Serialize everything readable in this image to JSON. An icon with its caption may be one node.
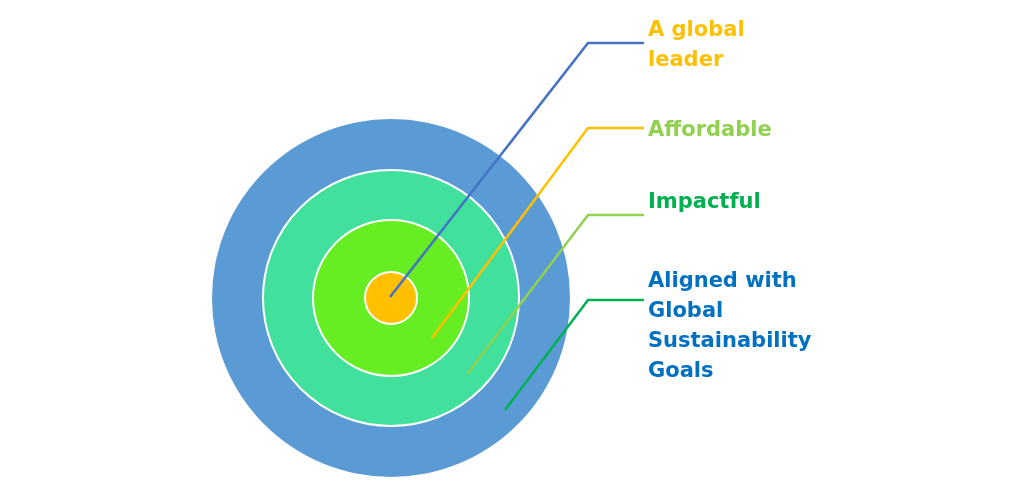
{
  "diagram": {
    "nodes": [
      {
        "text": [],
        "shape": "circle"
      },
      {
        "text": [],
        "shape": "circle",
        "in": 0
      },
      {
        "text": [],
        "shape": "circle",
        "in": 1
      },
      {
        "text": [],
        "shape": "circle",
        "in": 2
      },
      {
        "text": [
          "A global leader"
        ]
      },
      {
        "text": [
          "Affordable"
        ]
      },
      {
        "text": [
          "Impactful"
        ]
      },
      {
        "text": [
          "Aligned with Global Sustainability Goals"
        ]
      }
    ],
    "edges": [
      {
        "from": 4,
        "to": 3,
        "arrow": "none",
        "color": "#4472c4"
      },
      {
        "from": 5,
        "to": 2,
        "arrow": "none",
        "color": "#ffc000"
      },
      {
        "from": 6,
        "to": 1,
        "arrow": "none",
        "color": "#92d050"
      },
      {
        "from": 7,
        "to": 0,
        "arrow": "none",
        "color": "#00b050"
      }
    ]
  }
}
